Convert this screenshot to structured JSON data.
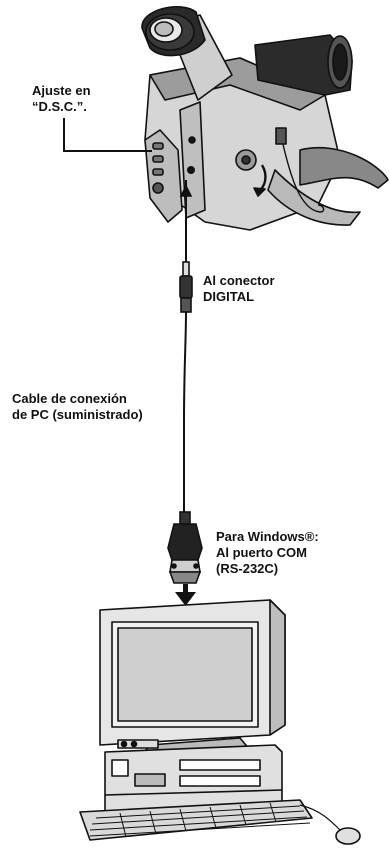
{
  "labels": {
    "set_dsc": [
      "Ajuste en",
      "“D.S.C.”."
    ],
    "digital_connector": [
      "Al conector",
      "DIGITAL"
    ],
    "pc_cable": [
      "Cable de conexión",
      "de PC (suministrado)"
    ],
    "com_port": [
      "Para Windows®:",
      "Al puerto COM",
      "(RS-232C)"
    ]
  },
  "colors": {
    "line": "#111111",
    "body": "#d9d9d9",
    "shade": "#9a9a9a",
    "dark": "#1a1a1a",
    "screen": "#cfcfcf"
  }
}
